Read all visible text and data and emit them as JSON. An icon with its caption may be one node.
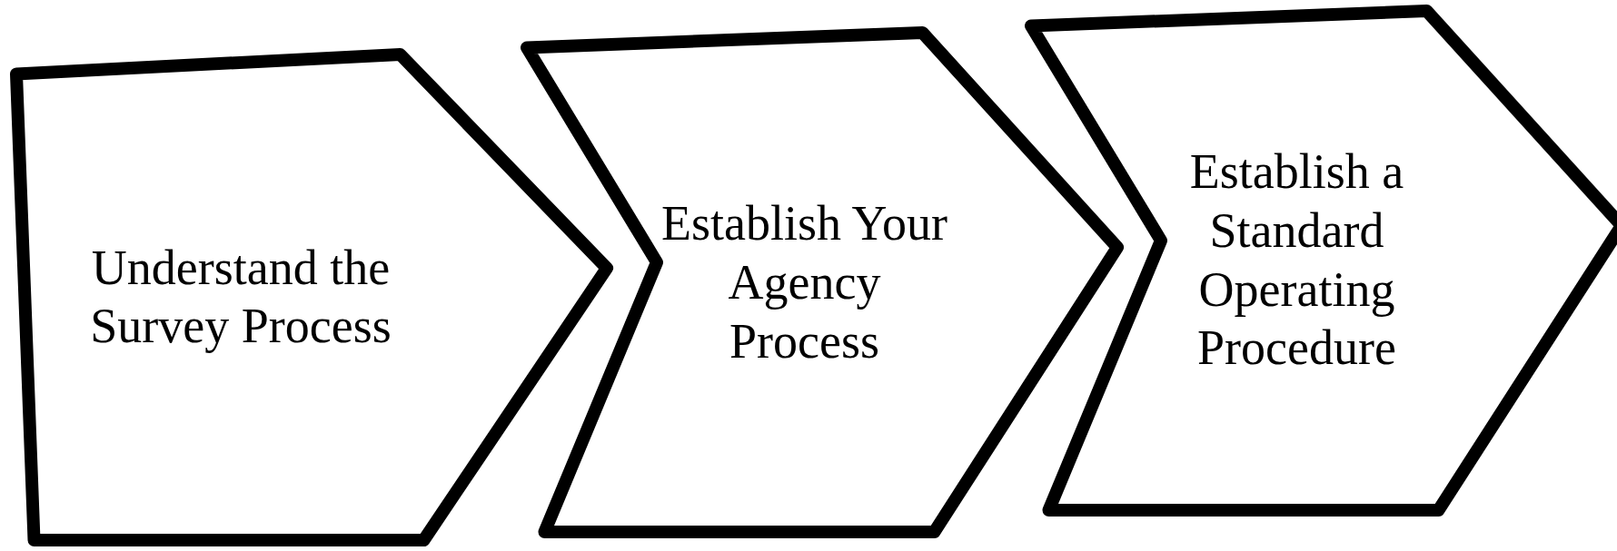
{
  "diagram": {
    "nodes": [
      {
        "text": [
          "Understand the Survey Process"
        ]
      },
      {
        "text": [
          "Establish Your Agency Process"
        ]
      },
      {
        "text": [
          "Establish a Standard Operating Procedure"
        ]
      }
    ]
  }
}
